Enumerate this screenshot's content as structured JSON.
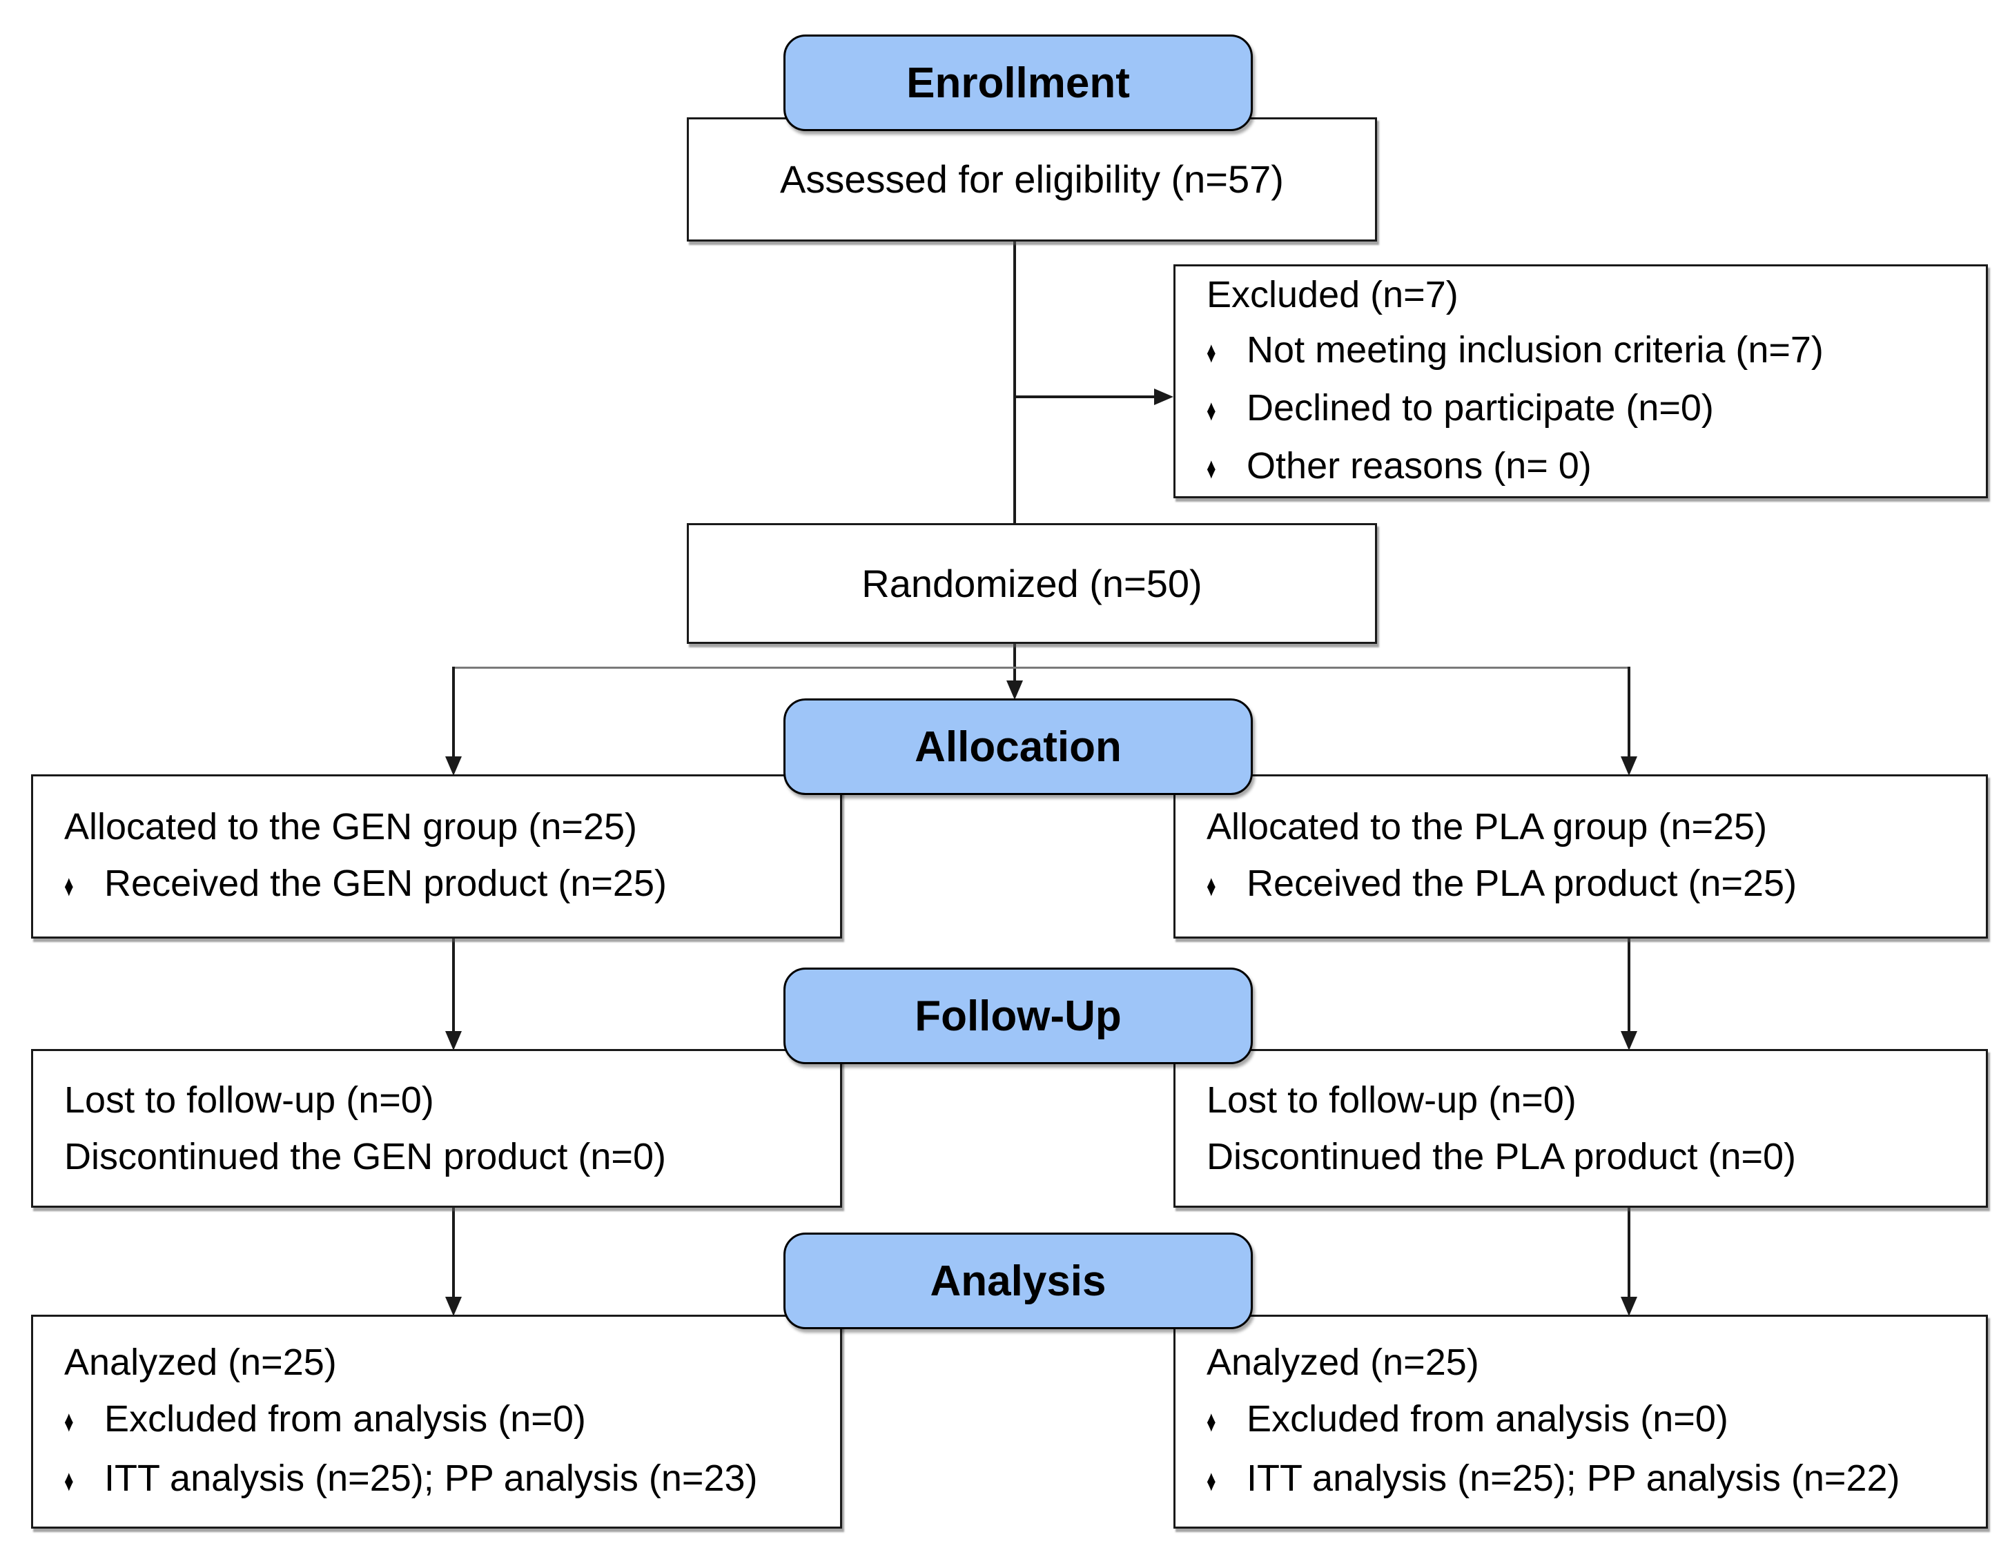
{
  "bullet_char": "♦",
  "colors": {
    "header_fill": "#9ec5f8",
    "header_border": "#000000",
    "box_border": "#1a1a1a",
    "line": "#1a1a1a",
    "branch_line": "#7a7a7a",
    "text": "#000000",
    "background": "#ffffff"
  },
  "headers": {
    "enrollment": "Enrollment",
    "allocation": "Allocation",
    "followup": "Follow-Up",
    "analysis": "Analysis"
  },
  "boxes": {
    "assessed": {
      "text": "Assessed for eligibility (n=57)"
    },
    "excluded": {
      "title": "Excluded (n=7)",
      "bullets": [
        "Not meeting inclusion criteria (n=7)",
        "Declined to participate (n=0)",
        "Other reasons (n= 0)"
      ]
    },
    "randomized": {
      "text": "Randomized (n=50)"
    },
    "allocation_left": {
      "title": "Allocated to the GEN group (n=25)",
      "bullets": [
        "Received the GEN product (n=25)"
      ]
    },
    "allocation_right": {
      "title": "Allocated to the PLA group (n=25)",
      "bullets": [
        "Received the PLA product (n=25)"
      ]
    },
    "followup_left": {
      "lines": [
        "Lost to follow-up (n=0)",
        "Discontinued the GEN product (n=0)"
      ]
    },
    "followup_right": {
      "lines": [
        "Lost to follow-up (n=0)",
        "Discontinued the PLA product (n=0)"
      ]
    },
    "analysis_left": {
      "title": "Analyzed (n=25)",
      "bullets": [
        "Excluded from analysis (n=0)",
        "ITT analysis (n=25); PP analysis (n=23)"
      ]
    },
    "analysis_right": {
      "title": "Analyzed (n=25)",
      "bullets": [
        "Excluded from analysis (n=0)",
        "ITT analysis (n=25); PP analysis (n=22)"
      ]
    }
  }
}
